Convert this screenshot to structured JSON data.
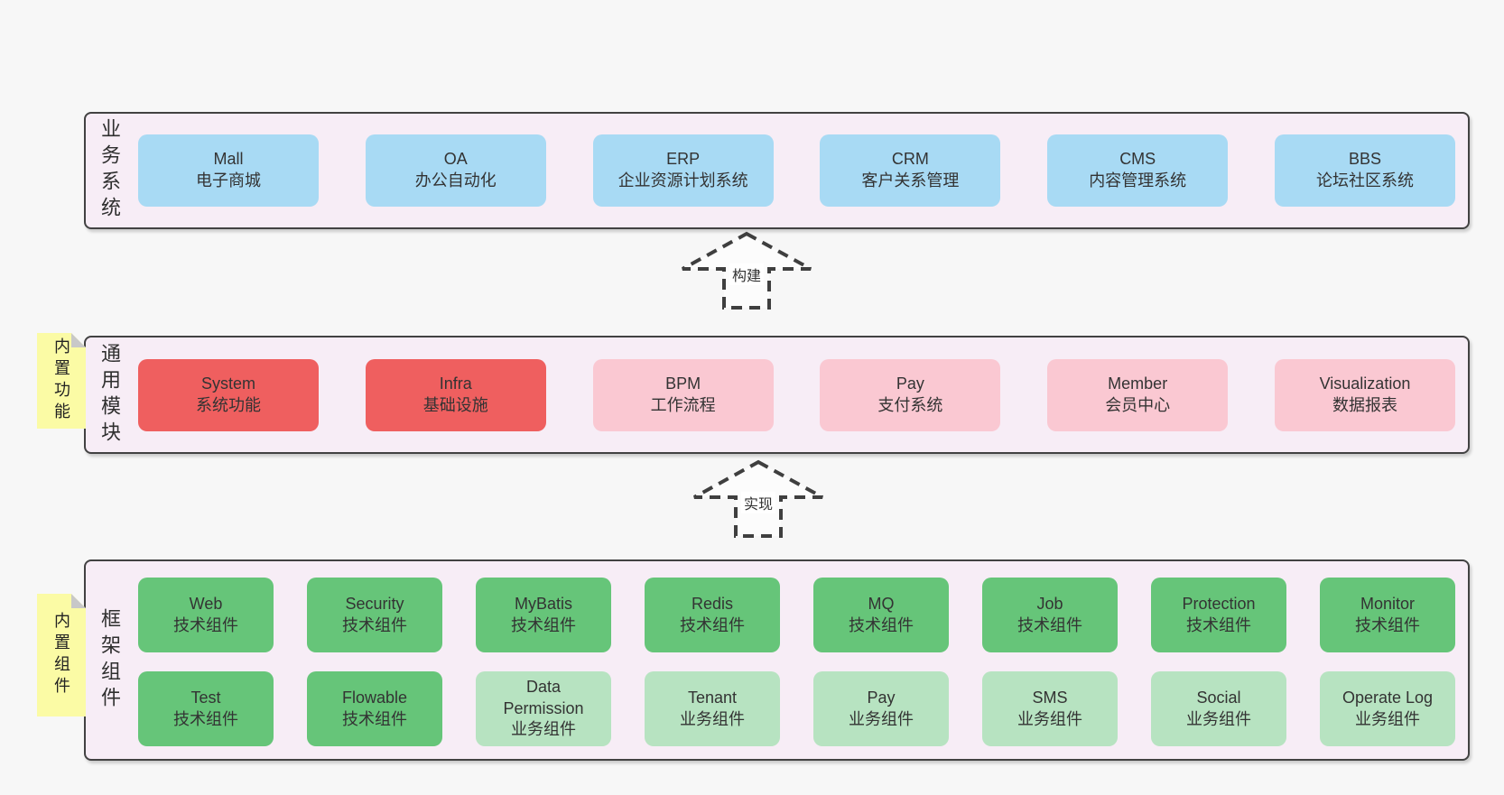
{
  "colors": {
    "page_bg": "#f7f7f7",
    "band_bg": "#f7edf6",
    "band_border": "#424242",
    "sticky_bg": "#fbfba5",
    "sticky_fold": "#c8c8c8",
    "arrow_stroke": "#3f3f3f",
    "blue": "#a8daf4",
    "red": "#ef5f5f",
    "pink": "#fac8d2",
    "green_dark": "#66c579",
    "green_light": "#b7e3c1"
  },
  "arrows": [
    {
      "label": "构建"
    },
    {
      "label": "实现"
    }
  ],
  "bands": [
    {
      "label": "业务系统",
      "rows": [
        [
          {
            "en": "Mall",
            "zh": "电子商城",
            "variant": "blue"
          },
          {
            "en": "OA",
            "zh": "办公自动化",
            "variant": "blue"
          },
          {
            "en": "ERP",
            "zh": "企业资源计划系统",
            "variant": "blue"
          },
          {
            "en": "CRM",
            "zh": "客户关系管理",
            "variant": "blue"
          },
          {
            "en": "CMS",
            "zh": "内容管理系统",
            "variant": "blue"
          },
          {
            "en": "BBS",
            "zh": "论坛社区系统",
            "variant": "blue"
          }
        ]
      ]
    },
    {
      "label": "通用模块",
      "sticky": "内置功能",
      "rows": [
        [
          {
            "en": "System",
            "zh": "系统功能",
            "variant": "red"
          },
          {
            "en": "Infra",
            "zh": "基础设施",
            "variant": "red"
          },
          {
            "en": "BPM",
            "zh": "工作流程",
            "variant": "pink"
          },
          {
            "en": "Pay",
            "zh": "支付系统",
            "variant": "pink"
          },
          {
            "en": "Member",
            "zh": "会员中心",
            "variant": "pink"
          },
          {
            "en": "Visualization",
            "zh": "数据报表",
            "variant": "pink"
          }
        ]
      ]
    },
    {
      "label": "框架组件",
      "sticky": "内置组件",
      "rows": [
        [
          {
            "en": "Web",
            "zh": "技术组件",
            "variant": "green_dark"
          },
          {
            "en": "Security",
            "zh": "技术组件",
            "variant": "green_dark"
          },
          {
            "en": "MyBatis",
            "zh": "技术组件",
            "variant": "green_dark"
          },
          {
            "en": "Redis",
            "zh": "技术组件",
            "variant": "green_dark"
          },
          {
            "en": "MQ",
            "zh": "技术组件",
            "variant": "green_dark"
          },
          {
            "en": "Job",
            "zh": "技术组件",
            "variant": "green_dark"
          },
          {
            "en": "Protection",
            "zh": "技术组件",
            "variant": "green_dark"
          },
          {
            "en": "Monitor",
            "zh": "技术组件",
            "variant": "green_dark"
          }
        ],
        [
          {
            "en": "Test",
            "zh": "技术组件",
            "variant": "green_dark"
          },
          {
            "en": "Flowable",
            "zh": "技术组件",
            "variant": "green_dark"
          },
          {
            "en": "Data Permission",
            "zh": "业务组件",
            "variant": "green_light"
          },
          {
            "en": "Tenant",
            "zh": "业务组件",
            "variant": "green_light"
          },
          {
            "en": "Pay",
            "zh": "业务组件",
            "variant": "green_light"
          },
          {
            "en": "SMS",
            "zh": "业务组件",
            "variant": "green_light"
          },
          {
            "en": "Social",
            "zh": "业务组件",
            "variant": "green_light"
          },
          {
            "en": "Operate Log",
            "zh": "业务组件",
            "variant": "green_light"
          }
        ]
      ]
    }
  ]
}
